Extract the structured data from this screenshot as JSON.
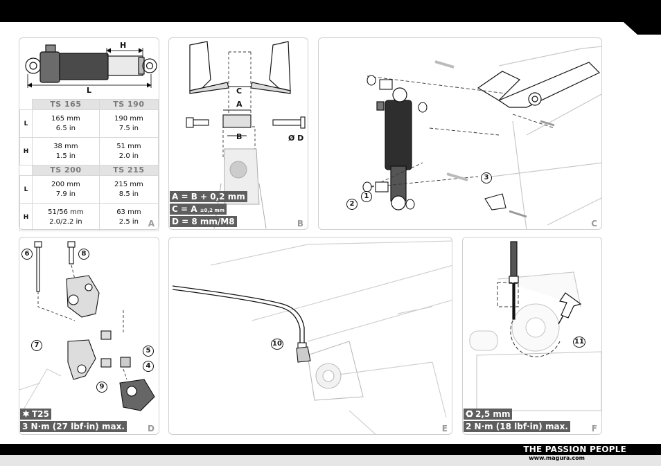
{
  "footer": {
    "brand": "THE PASSION PEOPLE",
    "url": "www.magura.com"
  },
  "panel_a": {
    "letter": "A",
    "dim_h": "H",
    "dim_l": "L",
    "headers_top": [
      "TS 165",
      "TS 190"
    ],
    "headers_bottom": [
      "TS 200",
      "TS 215"
    ],
    "row_l": "L",
    "row_h": "H",
    "top_l": [
      [
        "165 mm",
        "6.5 in"
      ],
      [
        "190 mm",
        "7.5 in"
      ]
    ],
    "top_h": [
      [
        "38 mm",
        "1.5 in"
      ],
      [
        "51 mm",
        "2.0 in"
      ]
    ],
    "bottom_l": [
      [
        "200 mm",
        "7.9 in"
      ],
      [
        "215 mm",
        "8.5 in"
      ]
    ],
    "bottom_h": [
      [
        "51/56 mm",
        "2.0/2.2 in"
      ],
      [
        "63 mm",
        "2.5 in"
      ]
    ]
  },
  "panel_b": {
    "letter": "B",
    "dim_c": "C",
    "dim_a": "A",
    "dim_b": "B",
    "dim_d": "Ø D",
    "formula_1": "A = B + 0,2 mm",
    "formula_2_main": "C = A",
    "formula_2_tol": "±0,2 mm",
    "formula_3": "D = 8 mm/M8"
  },
  "panel_c": {
    "letter": "C",
    "callouts": [
      "1",
      "2",
      "3"
    ]
  },
  "panel_d": {
    "letter": "D",
    "callouts": [
      "6",
      "8",
      "7",
      "5",
      "4",
      "9"
    ],
    "tool": "T25",
    "torque": "3 N·m (27 lbf·in) max."
  },
  "panel_e": {
    "letter": "E",
    "callouts": [
      "10"
    ]
  },
  "panel_f": {
    "letter": "F",
    "callouts": [
      "11"
    ],
    "tool": "2,5 mm",
    "torque": "2 N·m (18 lbf·in) max."
  },
  "icons": {
    "torx": "torx-icon",
    "hex": "hex-key-icon",
    "arrow": "direction-arrow-icon"
  },
  "colors": {
    "label_bg": "#5e5e5e",
    "band": "#000000",
    "header_bg": "#e3e3e3"
  }
}
